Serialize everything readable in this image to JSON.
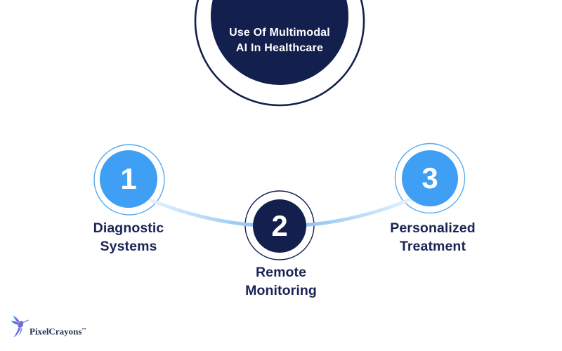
{
  "title": {
    "line1": "Use Of Multimodal",
    "line2": "AI In Healthcare"
  },
  "steps": [
    {
      "number": "1",
      "label1": "Diagnostic",
      "label2": "Systems",
      "circle_color": "#3E9FF4"
    },
    {
      "number": "2",
      "label1": "Remote",
      "label2": "Monitoring",
      "circle_color": "#131F4D"
    },
    {
      "number": "3",
      "label1": "Personalized",
      "label2": "Treatment",
      "circle_color": "#3E9FF4"
    }
  ],
  "logo": {
    "brand": "PixelCrayons",
    "trademark": "™"
  },
  "colors": {
    "navy": "#131F4D",
    "accent_blue": "#3E9FF4",
    "ring_blue": "#55AAF2",
    "label_text": "#1A2454",
    "connector_mid": "#7AB8F2",
    "connector_edge": "#EAF4FD",
    "background": "#FFFFFF"
  }
}
